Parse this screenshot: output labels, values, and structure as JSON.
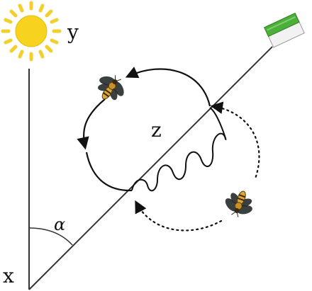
{
  "labels": {
    "y": "y",
    "x": "x",
    "z": "z",
    "alpha": "α"
  },
  "icons": {
    "sun": "sun-icon",
    "food_source": "green-book-food-source-icon",
    "bee": "honeybee-icon"
  },
  "colors": {
    "sun_fill": "#f7d21e",
    "sun_ray": "#f2cf2a",
    "food_green": "#4caf3b",
    "line": "#333333",
    "bee_body": "#d9a83a",
    "bee_wing": "#3a3f3f"
  }
}
